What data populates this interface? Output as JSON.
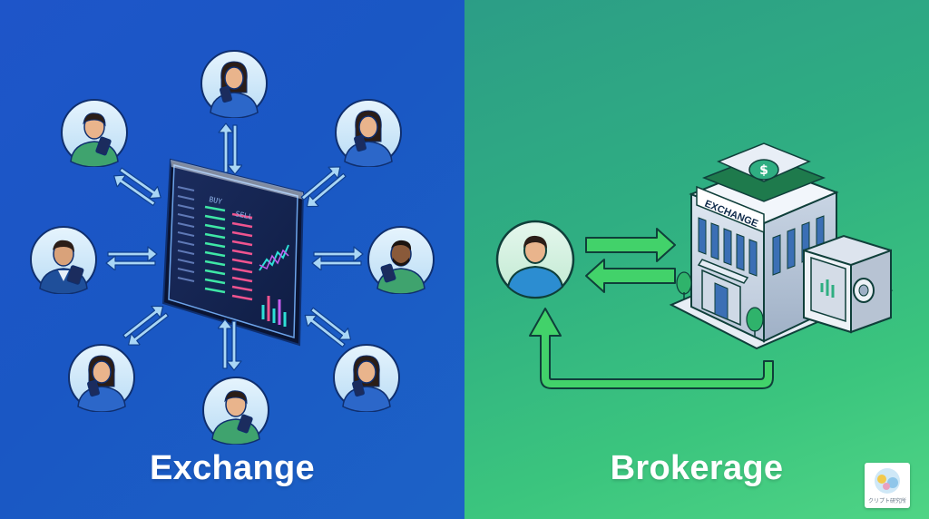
{
  "left_panel": {
    "title": "Exchange",
    "screen": {
      "buy_label": "BUY",
      "sell_label": "SELL"
    }
  },
  "right_panel": {
    "title": "Brokerage",
    "building_sign": "EXCHANGE"
  },
  "watermark": {
    "text": "クリプト研究所"
  },
  "colors": {
    "left_bg": "#1e55c9",
    "right_bg": "#2fae82",
    "arrow_light": "#a9d6f5",
    "arrow_green": "#42d26a",
    "person_shirt_green": "#3fa36e",
    "person_shirt_blue": "#2c67c9"
  },
  "icons": [
    "person-icon",
    "tablet-icon",
    "phone-icon",
    "trading-screen-icon",
    "bank-building-icon",
    "safe-icon",
    "dollar-icon",
    "exchange-arrow-icon"
  ]
}
